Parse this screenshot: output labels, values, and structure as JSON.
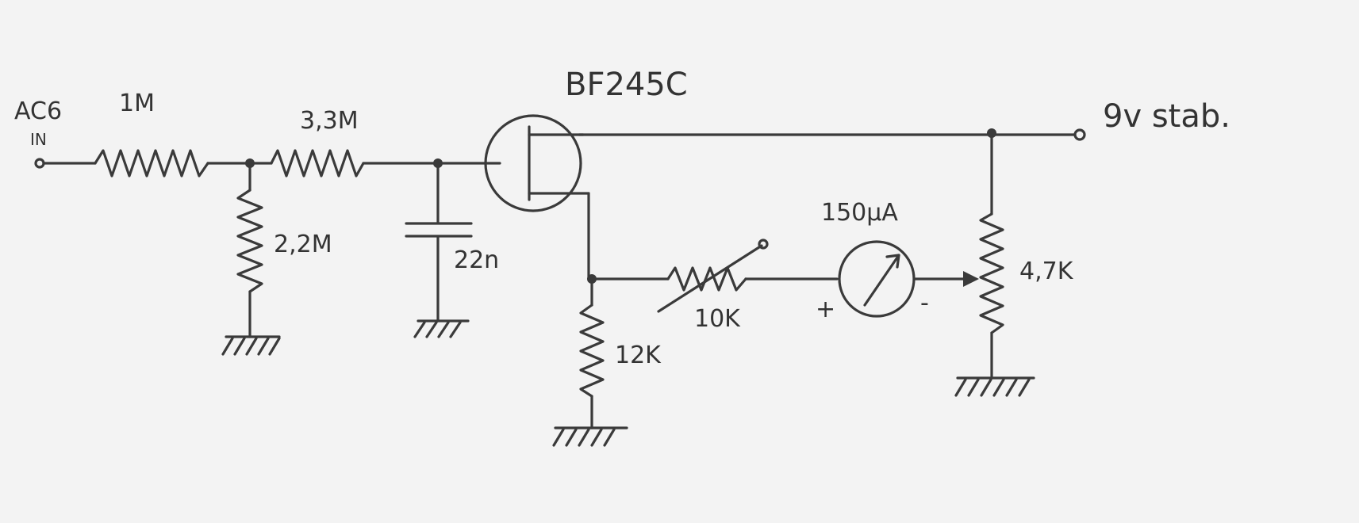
{
  "labels": {
    "input_name": "AC6",
    "input_sub": "IN",
    "r1": "1M",
    "r2": "3,3M",
    "r3": "2,2M",
    "c1": "22n",
    "transistor": "BF245C",
    "supply": "9v stab.",
    "meter": "150µA",
    "meter_plus": "+",
    "meter_minus": "-",
    "r_var": "10K",
    "r_source": "12K",
    "pot": "4,7K"
  }
}
